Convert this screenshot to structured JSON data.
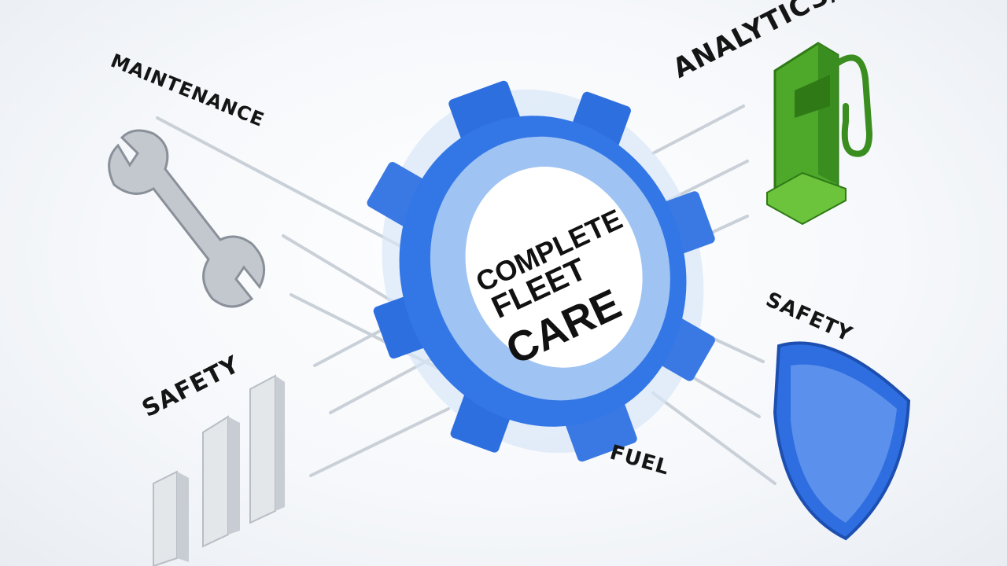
{
  "labels": {
    "maintenance": "MAINTENANCE",
    "analytics": "ANALYTICS/",
    "safety_left": "SAFETY",
    "safety_right": "SAFETY",
    "fuel": "FUEL"
  },
  "center": {
    "line1": "COMPLETE",
    "line2": "FLEET",
    "line3": "CARE"
  },
  "colors": {
    "gear_blue": "#2e6fe0",
    "gear_light": "#9fc3f3",
    "pump_green": "#4ea82a",
    "shield_blue": "#2f6ee0",
    "wrench_gray": "#b9bec4",
    "bars_gray": "#d9dde2"
  },
  "icons": [
    "wrench-icon",
    "fuel-pump-icon",
    "shield-icon",
    "bar-chart-icon",
    "gear-icon"
  ]
}
